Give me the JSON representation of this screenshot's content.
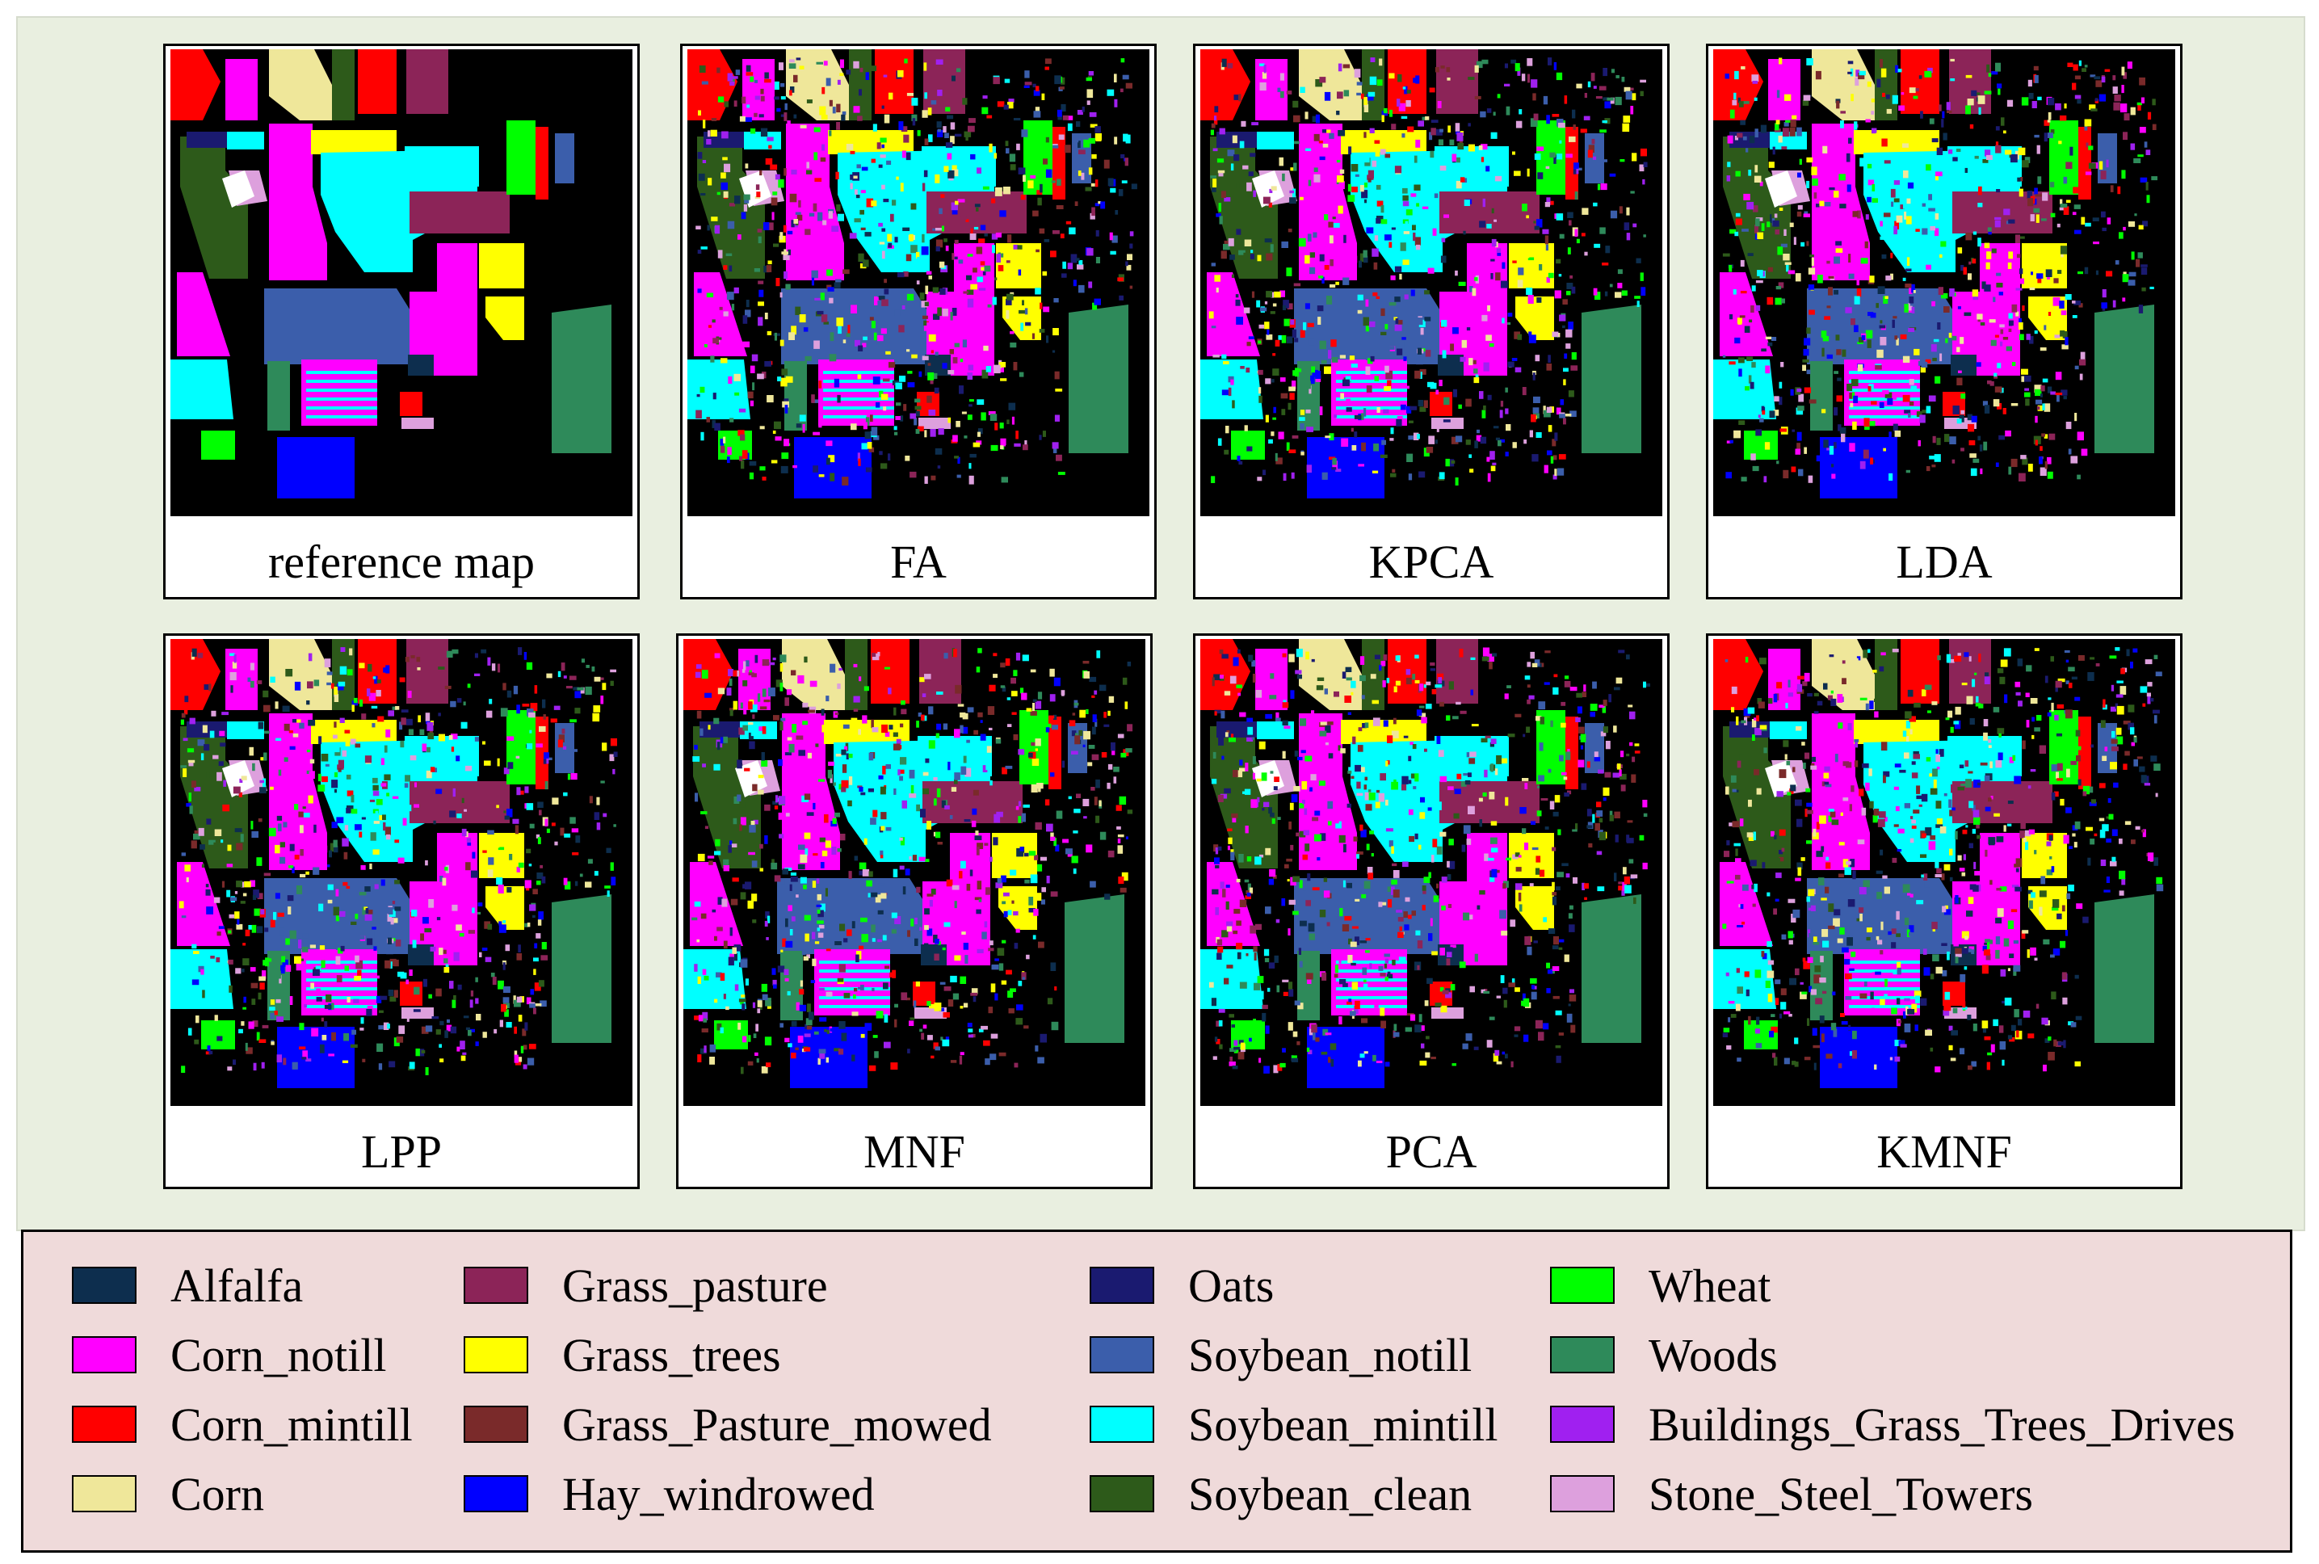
{
  "panels": [
    {
      "caption": "reference map",
      "noise": 0
    },
    {
      "caption": "FA",
      "noise": 1
    },
    {
      "caption": "KPCA",
      "noise": 1
    },
    {
      "caption": "LDA",
      "noise": 1
    },
    {
      "caption": "LPP",
      "noise": 1
    },
    {
      "caption": "MNF",
      "noise": 1
    },
    {
      "caption": "PCA",
      "noise": 1
    },
    {
      "caption": "KMNF",
      "noise": 1
    }
  ],
  "legend": [
    {
      "label": "Alfalfa",
      "color": "#0d2e4e"
    },
    {
      "label": "Corn_notill",
      "color": "#ff00ff"
    },
    {
      "label": "Corn_mintill",
      "color": "#ff0000"
    },
    {
      "label": "Corn",
      "color": "#efe79a"
    },
    {
      "label": "Grass_pasture",
      "color": "#8c2458"
    },
    {
      "label": "Grass_trees",
      "color": "#ffff00"
    },
    {
      "label": "Grass_Pasture_mowed",
      "color": "#7a2a2a"
    },
    {
      "label": "Hay_windrowed",
      "color": "#0000ff"
    },
    {
      "label": "Oats",
      "color": "#1a1a70"
    },
    {
      "label": "Soybean_notill",
      "color": "#3b5eab"
    },
    {
      "label": "Soybean_mintill",
      "color": "#00ffff"
    },
    {
      "label": "Soybean_clean",
      "color": "#2d5a1a"
    },
    {
      "label": "Wheat",
      "color": "#00ff00"
    },
    {
      "label": "Woods",
      "color": "#2e8a5a"
    },
    {
      "label": "Buildings_Grass_Trees_Drives",
      "color": "#a020f0"
    },
    {
      "label": "Stone_Steel_Towers",
      "color": "#dda0dd"
    }
  ]
}
